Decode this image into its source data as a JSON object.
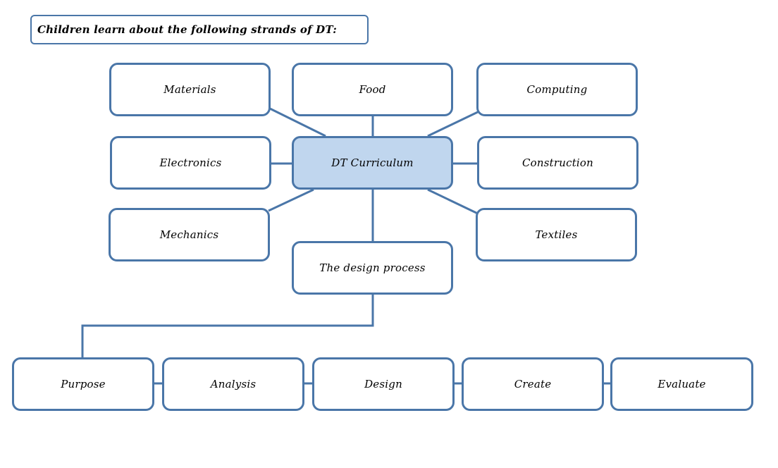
{
  "title": "Children learn about the following strands of DT:",
  "center": "DT Curriculum",
  "strands": {
    "materials": "Materials",
    "food": "Food",
    "computing": "Computing",
    "electronics": "Electronics",
    "construction": "Construction",
    "mechanics": "Mechanics",
    "textiles": "Textiles"
  },
  "design_process": {
    "label": "The design process",
    "steps": [
      "Purpose",
      "Analysis",
      "Design",
      "Create",
      "Evaluate"
    ]
  },
  "colors": {
    "border": "#4a76a8",
    "center_fill": "#c0d6ee"
  }
}
